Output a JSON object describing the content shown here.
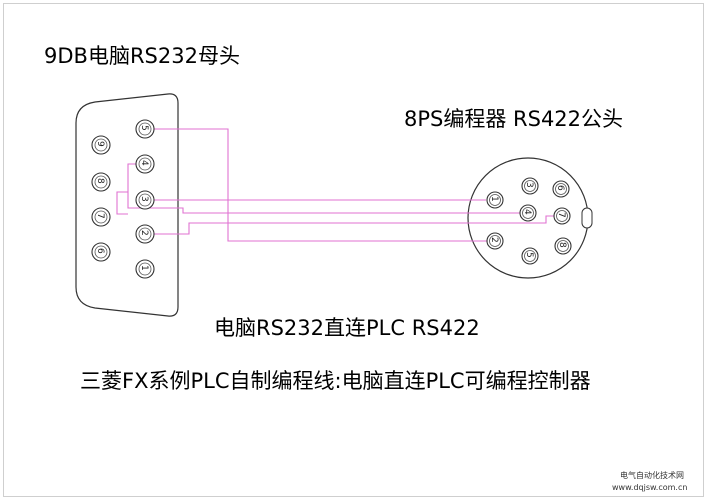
{
  "labels": {
    "db9_title": "9DB电脑RS232母头",
    "mini8_title": "8PS编程器 RS422公头",
    "connection": "电脑RS232直连PLC RS422",
    "caption": "三菱FX系例PLC自制编程线:电脑直连PLC可编程控制器"
  },
  "watermark": {
    "site_name": "电气自动化技术网",
    "url": "www.dqjsw.com.cn"
  },
  "db9_pins": [
    "5",
    "9",
    "4",
    "8",
    "3",
    "7",
    "2",
    "6",
    "1"
  ],
  "mini_din_pins": [
    "3",
    "6",
    "1",
    "4",
    "7",
    "2",
    "8",
    "5"
  ],
  "colors": {
    "wire": "#e072d2",
    "outline": "#333333"
  }
}
